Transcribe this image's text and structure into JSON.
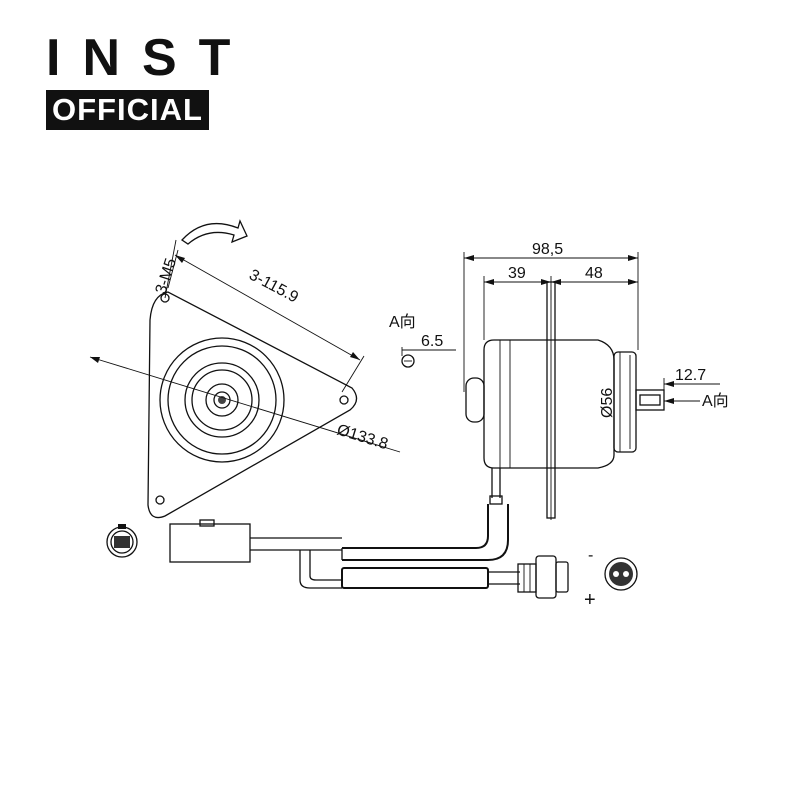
{
  "brand": {
    "line1": "INST",
    "line2": "OFFICIAL"
  },
  "dimensions": {
    "mount_holes": "3-M5",
    "hole_spacing": "3-115.9",
    "flange_diameter": "Ø133.8",
    "overall_length": "98,5",
    "front_length": "39",
    "rear_length": "48",
    "body_diameter": "Ø56",
    "shaft_length": "12.7",
    "shaft_flat": "6.5",
    "view_a_label": "A向",
    "view_a_arrow": "A向"
  },
  "polarity": {
    "negative": "-",
    "positive": "+"
  },
  "icons": [
    "rotation-arrow-icon",
    "connector-socket-icon",
    "connector-plug-icon"
  ]
}
